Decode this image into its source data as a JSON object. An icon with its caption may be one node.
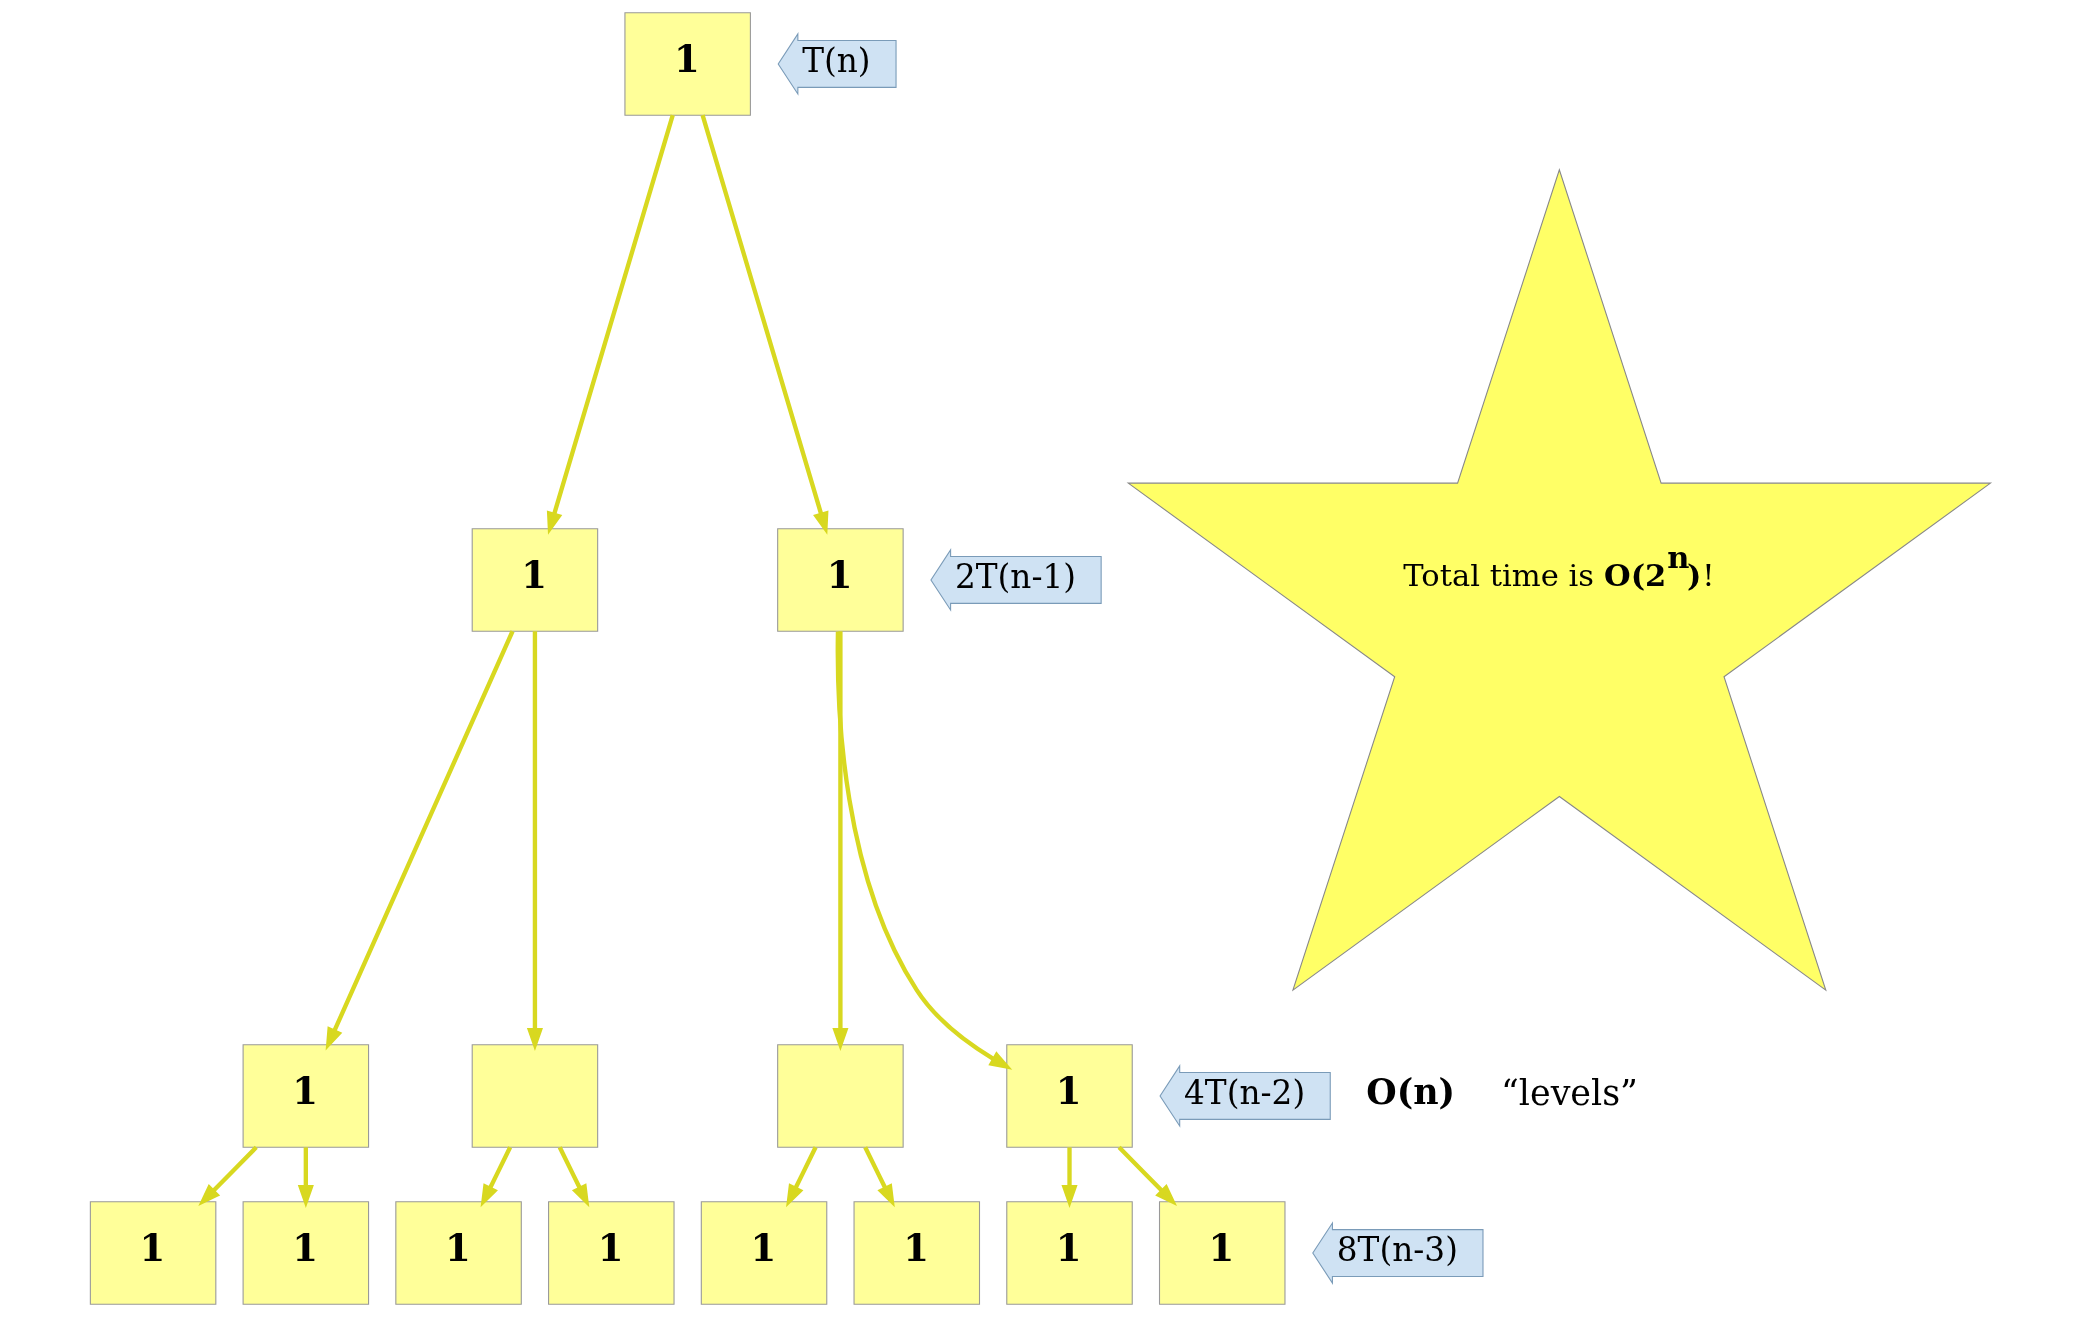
{
  "diagram": {
    "nodes": [
      {
        "text": [
          "1"
        ]
      },
      {
        "text": [
          "1"
        ]
      },
      {
        "text": [
          "1"
        ]
      },
      {
        "text": [
          "1"
        ]
      },
      {
        "text": [],
        "shape": "box"
      },
      {
        "text": [],
        "shape": "box"
      },
      {
        "text": [
          "1"
        ]
      },
      {
        "text": [
          "1"
        ]
      },
      {
        "text": [
          "1"
        ]
      },
      {
        "text": [
          "1"
        ]
      },
      {
        "text": [
          "1"
        ]
      },
      {
        "text": [
          "1"
        ]
      },
      {
        "text": [
          "1"
        ]
      },
      {
        "text": [
          "1"
        ]
      },
      {
        "text": [
          "1"
        ]
      },
      {
        "text": [
          "T(n)"
        ]
      },
      {
        "text": [
          "2T(n-1)"
        ]
      },
      {
        "text": [
          "4T(n-2)"
        ]
      },
      {
        "text": [
          "8T(n-3)"
        ]
      },
      {
        "text": [
          "Total time is **O(2$^{n}$)**!"
        ]
      }
    ],
    "edges": [
      {
        "from": 0,
        "to": 1,
        "arrow": "to"
      },
      {
        "from": 0,
        "to": 2,
        "arrow": "to"
      },
      {
        "from": 1,
        "to": 3,
        "arrow": "to"
      },
      {
        "from": 1,
        "to": 4,
        "arrow": "to"
      },
      {
        "from": 2,
        "to": 5,
        "arrow": "to"
      },
      {
        "from": 2,
        "to": 6,
        "arrow": "to"
      },
      {
        "from": 3,
        "to": 7,
        "arrow": "to"
      },
      {
        "from": 3,
        "to": 8,
        "arrow": "to"
      },
      {
        "from": 4,
        "to": 9,
        "arrow": "to"
      },
      {
        "from": 4,
        "to": 10,
        "arrow": "to"
      },
      {
        "from": 5,
        "to": 11,
        "arrow": "to"
      },
      {
        "from": 5,
        "to": 12,
        "arrow": "to"
      },
      {
        "from": 6,
        "to": 13,
        "arrow": "to"
      },
      {
        "from": 6,
        "to": 14,
        "arrow": "to"
      }
    ],
    "labels": [
      "O(n)",
      "“levels”"
    ]
  }
}
